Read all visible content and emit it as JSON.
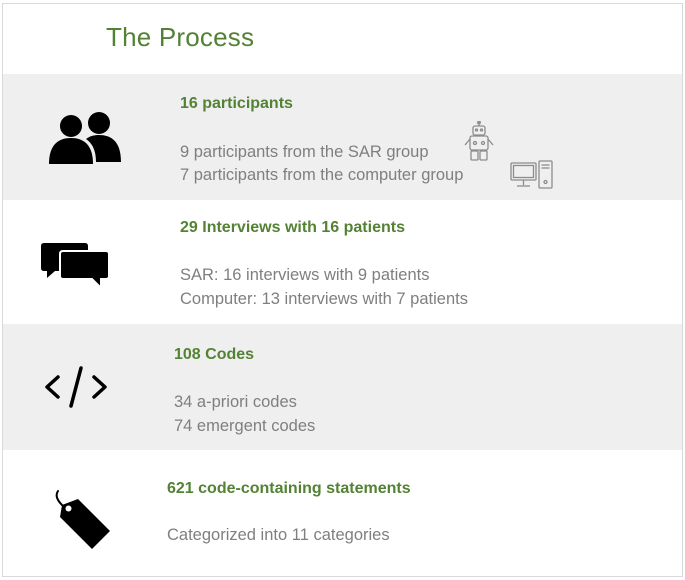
{
  "title": "The Process",
  "sections": [
    {
      "icon": "people-icon",
      "heading": "16 participants",
      "lines": [
        "9 participants from the SAR group",
        "7 participants from the computer group"
      ],
      "inline_icons": [
        "robot-icon",
        "computer-icon"
      ]
    },
    {
      "icon": "chat-bubbles-icon",
      "heading": "29 Interviews with 16 patients",
      "lines": [
        "SAR: 16 interviews with 9 patients",
        "Computer: 13 interviews with 7 patients"
      ]
    },
    {
      "icon": "code-icon",
      "heading": "108 Codes",
      "lines": [
        "34 a-priori codes",
        "74 emergent codes"
      ]
    },
    {
      "icon": "tag-icon",
      "heading": "621 code-containing statements",
      "lines": [
        "Categorized into 11 categories"
      ]
    }
  ],
  "colors": {
    "accent": "#548235",
    "text": "#7f7f7f",
    "band": "#efefef"
  }
}
